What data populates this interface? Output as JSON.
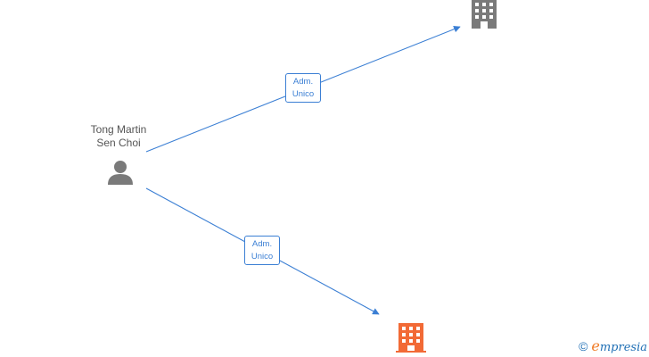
{
  "person": {
    "name_line1": "Tong Martin",
    "name_line2": "Sen Choi",
    "icon": "person-icon"
  },
  "edges": [
    {
      "label_line1": "Adm.",
      "label_line2": "Unico",
      "target": "company-top"
    },
    {
      "label_line1": "Adm.",
      "label_line2": "Unico",
      "target": "company-bottom"
    }
  ],
  "companies": [
    {
      "id": "company-top",
      "icon": "building-icon",
      "color": "#7a7a7a"
    },
    {
      "id": "company-bottom",
      "icon": "building-icon",
      "color": "#f26a36"
    }
  ],
  "colors": {
    "edge": "#3b7fd4",
    "person": "#7a7a7a"
  },
  "footer": {
    "copyright_symbol": "©",
    "brand_first": "e",
    "brand_rest": "mpresia"
  }
}
